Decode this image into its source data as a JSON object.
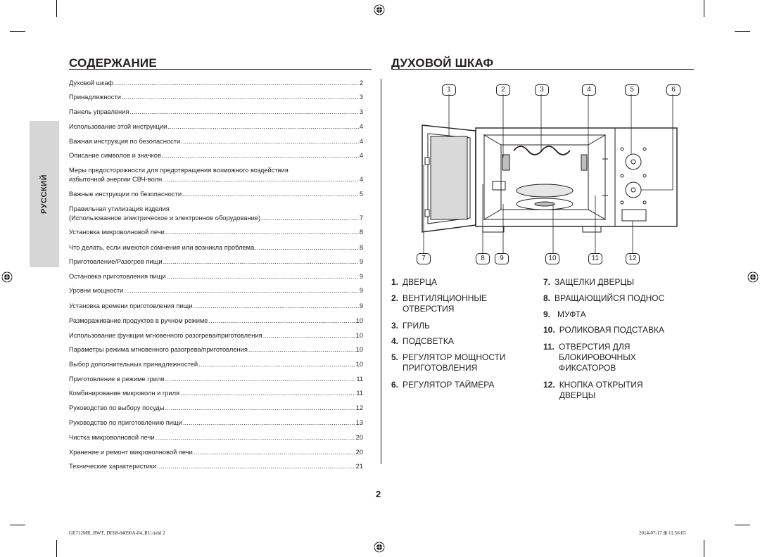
{
  "toc": {
    "title": "СОДЕРЖАНИЕ",
    "entries": [
      {
        "text": "Духовой шкаф",
        "page": "2"
      },
      {
        "text": "Принадлежности",
        "page": "3"
      },
      {
        "text": "Панель управления",
        "page": "3"
      },
      {
        "text": "Использование этой инструкции",
        "page": "4"
      },
      {
        "text": "Важная инструкция по безопасности",
        "page": "4"
      },
      {
        "text": "Описание символов и значков",
        "page": "4"
      },
      {
        "line1": "Меры предосторожности для предотвращения возможного воздействия",
        "text": "избыточной энергии СВЧ-волн.",
        "page": "4"
      },
      {
        "text": "Важные инструкции по безопасности",
        "page": "5"
      },
      {
        "line1": "Правильная утилизация изделия",
        "text": "(Использованное электрическое и электронное оборудование)",
        "page": "7"
      },
      {
        "text": "Установка микроволновой печи",
        "page": "8"
      },
      {
        "text": "Что делать, если имеются сомнения или возникла проблема",
        "page": "8"
      },
      {
        "text": "Приготовление/Разогрев пищи",
        "page": "9"
      },
      {
        "text": "Остановка приготовления пищи",
        "page": "9"
      },
      {
        "text": "Уровни мощности",
        "page": "9"
      },
      {
        "text": "Установка времени приготовления пищи",
        "page": "9"
      },
      {
        "text": "Размораживание продуктов в ручном режиме",
        "page": "10"
      },
      {
        "text": "Использование функции мгновенного разогрева/приготовления",
        "page": "10"
      },
      {
        "text": "Параметры режима мгновенного разогрева/приготовления",
        "page": "10"
      },
      {
        "text": "Выбор дополнительных принадлежностей",
        "page": "10"
      },
      {
        "text": "Приготовление в режиме гриля",
        "page": "11"
      },
      {
        "text": "Комбинирование микроволн и гриля",
        "page": "11"
      },
      {
        "text": "Руководство по выбору посуды",
        "page": "12"
      },
      {
        "text": "Руководство по приготовлению пищи",
        "page": "13"
      },
      {
        "text": "Чистка микроволновой печи",
        "page": "20"
      },
      {
        "text": "Хранение и ремонт микроволновой печи",
        "page": "20"
      },
      {
        "text": "Технические характеристики",
        "page": "21"
      }
    ]
  },
  "language_tab": "РУССКИЙ",
  "oven": {
    "title": "ДУХОВОЙ ШКАФ",
    "callouts_top": [
      "1",
      "2",
      "3",
      "4",
      "5",
      "6"
    ],
    "callouts_bottom": [
      "7",
      "8",
      "9",
      "10",
      "11",
      "12"
    ],
    "parts_left": [
      {
        "num": "1.",
        "label": "ДВЕРЦА"
      },
      {
        "num": "2.",
        "label": "ВЕНТИЛЯЦИОННЫЕ ОТВЕРСТИЯ"
      },
      {
        "num": "3.",
        "label": "ГРИЛЬ"
      },
      {
        "num": "4.",
        "label": "ПОДСВЕТКА"
      },
      {
        "num": "5.",
        "label": "РЕГУЛЯТОР МОЩНОСТИ ПРИГОТОВЛЕНИЯ"
      },
      {
        "num": "6.",
        "label": "РЕГУЛЯТОР ТАЙМЕРА"
      }
    ],
    "parts_right": [
      {
        "num": "7.",
        "label": "ЗАЩЕЛКИ ДВЕРЦЫ"
      },
      {
        "num": "8.",
        "label": "ВРАЩАЮЩИЙСЯ ПОДНОС"
      },
      {
        "num": "9.",
        "label": "МУФТА"
      },
      {
        "num": "10.",
        "label": "РОЛИКОВАЯ ПОДСТАВКА"
      },
      {
        "num": "11.",
        "label": "ОТВЕРСТИЯ ДЛЯ БЛОКИРОВОЧНЫХ ФИКСАТОРОВ"
      },
      {
        "num": "12.",
        "label": "КНОПКА ОТКРЫТИЯ ДВЕРЦЫ"
      }
    ]
  },
  "page_number": "2",
  "footer": {
    "left": "GE712MR_BWT_DE68-04090A-04_RU.indd   2",
    "right": "2014-07-17   ⊞ 11:56:05"
  }
}
